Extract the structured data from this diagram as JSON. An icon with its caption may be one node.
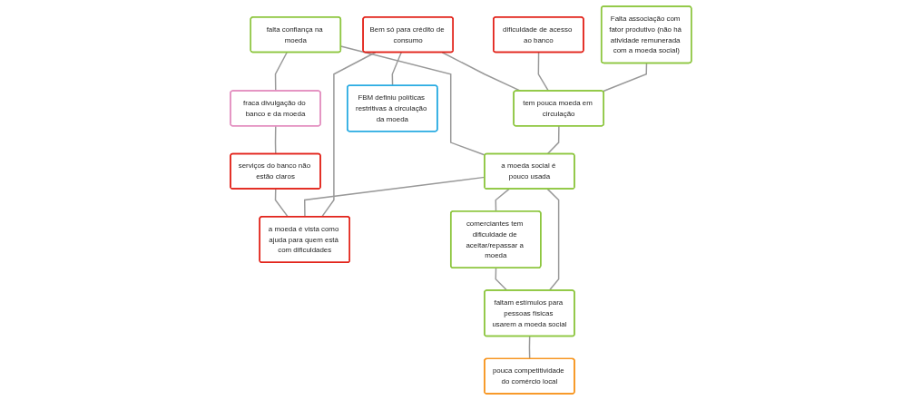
{
  "diagram": {
    "nodes": [
      {
        "text": [
          "Falta associação com fator produtivo (não há atividade remunerada com a moeda social)"
        ]
      },
      {
        "text": [
          "dificuldade de acesso ao banco"
        ]
      },
      {
        "text": [
          "falta confiança na moeda"
        ]
      },
      {
        "text": [
          "fraca divulgação do banco e da moeda"
        ]
      },
      {
        "text": [
          "Bem só para crédito de consumo"
        ]
      },
      {
        "text": [
          "tem pouca moeda em circulação"
        ]
      },
      {
        "text": [
          "a moeda social é pouco usada"
        ]
      },
      {
        "text": [
          "serviços do banco não estão claros"
        ]
      },
      {
        "text": [
          "FBM definiu políticas restritivas à circulação da moeda"
        ]
      },
      {
        "text": [
          "a moeda é vista como ajuda para quem está com dificuldades"
        ]
      },
      {
        "text": [
          "comerciantes tem dificuldade de aceitar/repassar a moeda"
        ]
      },
      {
        "text": [
          "faltam estímulos para pessoas físicas usarem a moeda social"
        ]
      },
      {
        "text": [
          "pouca competitividade do comércio local"
        ]
      }
    ],
    "edges": [
      {
        "from": 0,
        "to": 5,
        "arrow": "none"
      },
      {
        "from": 1,
        "to": 5,
        "arrow": "none"
      },
      {
        "from": 4,
        "to": 5,
        "arrow": "none"
      },
      {
        "from": 5,
        "to": 6,
        "arrow": "none"
      },
      {
        "from": 2,
        "to": 6,
        "arrow": "none"
      },
      {
        "from": 2,
        "to": 3,
        "arrow": "none"
      },
      {
        "from": 3,
        "to": 7,
        "arrow": "none"
      },
      {
        "from": 4,
        "to": 8,
        "arrow": "none"
      },
      {
        "from": 4,
        "to": 9,
        "arrow": "none"
      },
      {
        "from": 6,
        "to": 9,
        "arrow": "none"
      },
      {
        "from": 7,
        "to": 9,
        "arrow": "none"
      },
      {
        "from": 6,
        "to": 10,
        "arrow": "none"
      },
      {
        "from": 6,
        "to": 11,
        "arrow": "none"
      },
      {
        "from": 10,
        "to": 11,
        "arrow": "none"
      },
      {
        "from": 11,
        "to": 12,
        "arrow": "none"
      }
    ]
  }
}
